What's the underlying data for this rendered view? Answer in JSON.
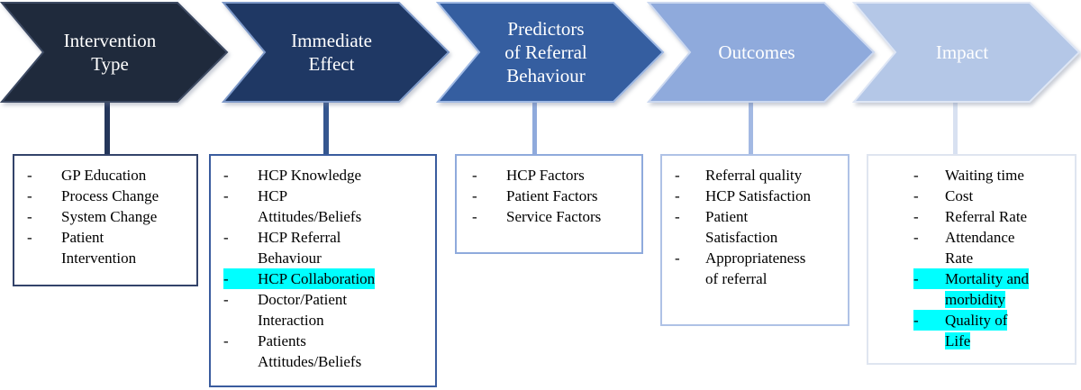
{
  "highlight_color": "#00FFFF",
  "stages": [
    {
      "id": "intervention-type",
      "chevron": {
        "label_lines": [
          "Intervention",
          "Type"
        ],
        "fill": "#1F2A3C",
        "bevel": "#3D4A63"
      },
      "connector_color": "#24365A",
      "box": {
        "border_color": "#33436A",
        "items": [
          {
            "lines": [
              "GP Education"
            ],
            "highlight": false
          },
          {
            "lines": [
              "Process Change"
            ],
            "highlight": false
          },
          {
            "lines": [
              "System Change"
            ],
            "highlight": false
          },
          {
            "lines": [
              "Patient",
              "Intervention"
            ],
            "highlight": false
          }
        ]
      }
    },
    {
      "id": "immediate-effect",
      "chevron": {
        "label_lines": [
          "Immediate",
          "Effect"
        ],
        "fill": "#1F3864",
        "bevel": "#7D99C9"
      },
      "connector_color": "#35568F",
      "box": {
        "border_color": "#3A5C9E",
        "items": [
          {
            "lines": [
              "HCP Knowledge"
            ],
            "highlight": false
          },
          {
            "lines": [
              "HCP",
              "Attitudes/Beliefs"
            ],
            "highlight": false
          },
          {
            "lines": [
              "HCP Referral",
              "Behaviour"
            ],
            "highlight": false
          },
          {
            "lines": [
              "HCP Collaboration"
            ],
            "highlight": true
          },
          {
            "lines": [
              "Doctor/Patient",
              "Interaction"
            ],
            "highlight": false
          },
          {
            "lines": [
              "Patients",
              "Attitudes/Beliefs"
            ],
            "highlight": false
          }
        ]
      }
    },
    {
      "id": "predictors-of-referral-behaviour",
      "chevron": {
        "label_lines": [
          "Predictors",
          "of Referral",
          "Behaviour"
        ],
        "fill": "#355EA0",
        "bevel": "#9FB9E4"
      },
      "connector_color": "#8FAADC",
      "box": {
        "border_color": "#8FAADC",
        "items": [
          {
            "lines": [
              "HCP Factors"
            ],
            "highlight": false
          },
          {
            "lines": [
              "Patient Factors"
            ],
            "highlight": false
          },
          {
            "lines": [
              "Service Factors"
            ],
            "highlight": false
          }
        ]
      }
    },
    {
      "id": "outcomes",
      "chevron": {
        "label_lines": [
          "Outcomes"
        ],
        "fill": "#8FAADC",
        "bevel": "#CBD8F0"
      },
      "connector_color": "#A3B9E3",
      "box": {
        "border_color": "#AFC2E6",
        "items": [
          {
            "lines": [
              "Referral quality"
            ],
            "highlight": false
          },
          {
            "lines": [
              "HCP Satisfaction"
            ],
            "highlight": false
          },
          {
            "lines": [
              "Patient",
              "Satisfaction"
            ],
            "highlight": false
          },
          {
            "lines": [
              "Appropriateness",
              "of referral"
            ],
            "highlight": false
          }
        ]
      }
    },
    {
      "id": "impact",
      "chevron": {
        "label_lines": [
          "Impact"
        ],
        "fill": "#B4C7E7",
        "bevel": "#DEE6F5"
      },
      "connector_color": "#D8E1F1",
      "box": {
        "border_color": "#DFE5F0",
        "items": [
          {
            "lines": [
              "Waiting time"
            ],
            "highlight": false
          },
          {
            "lines": [
              "Cost"
            ],
            "highlight": false
          },
          {
            "lines": [
              "Referral Rate"
            ],
            "highlight": false
          },
          {
            "lines": [
              "Attendance",
              "Rate"
            ],
            "highlight": false
          },
          {
            "lines": [
              "Mortality and",
              "morbidity"
            ],
            "highlight": true
          },
          {
            "lines": [
              "Quality of",
              "Life"
            ],
            "highlight": true
          }
        ]
      }
    }
  ]
}
